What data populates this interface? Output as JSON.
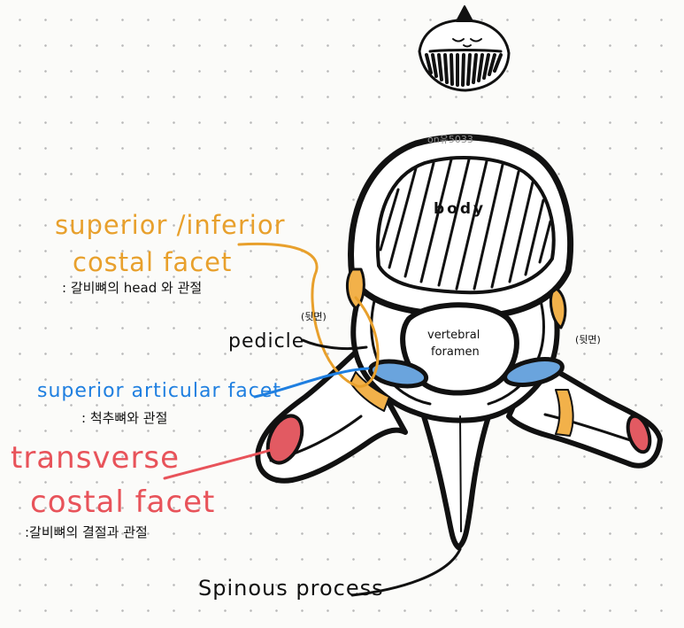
{
  "watermark": "on유5033",
  "labels": {
    "costal_facet_line1": "superior /inferior",
    "costal_facet_line2": "costal facet",
    "costal_facet_note": ": 갈비뼈의 head 와 관절",
    "pedicle": "pedicle",
    "back_side_left": "(뒷면)",
    "back_side_right": "(뒷면)",
    "vertebral_foramen_line1": "vertebral",
    "vertebral_foramen_line2": "foramen",
    "body": "body",
    "superior_articular_facet": "superior articular facet",
    "superior_articular_note": ": 척추뼈와 관절",
    "transverse_line1": "transverse",
    "transverse_line2": "costal facet",
    "transverse_note": ":갈비뼈의 결절과 관절",
    "spinous_process": "Spinous process"
  },
  "colors": {
    "costal_facet": "#e8a02c",
    "articular_facet": "#1f7fe0",
    "transverse_facet": "#e8535a",
    "outline": "#111111"
  },
  "icons": [
    "hedgehog-doodle-icon"
  ]
}
